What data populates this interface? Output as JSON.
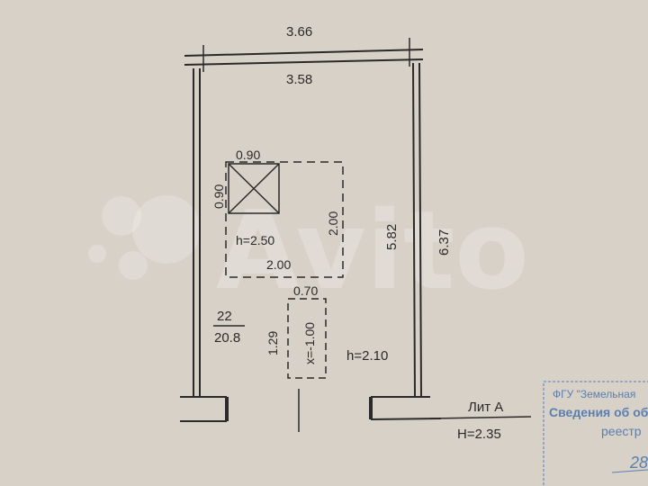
{
  "plan": {
    "outer_width": "3.66",
    "inner_width": "3.58",
    "inner_length": "5.82",
    "outer_length": "6.37",
    "pit_label_top": "0.90",
    "pit_label_side": "0.90",
    "pit_height": "h=2.50",
    "cellar_width": "2.00",
    "cellar_length": "2.00",
    "hatch_width": "0.70",
    "hatch_length": "1.29",
    "hatch_depth": "x=-1.00",
    "room_height": "h=2.10",
    "area_numerator": "22",
    "area_denominator": "20.8",
    "building_letter": "Лит А",
    "building_height": "H=2.35"
  },
  "watermark": {
    "text": "Avito"
  },
  "stamp": {
    "line1": "ФГУ \"Земельная",
    "line2": "Сведения об об",
    "line3": "реестр",
    "number": "28"
  },
  "colors": {
    "paper": "#d8d1c8",
    "ink": "#2a2a2a",
    "stamp": "#5b7fb0"
  }
}
